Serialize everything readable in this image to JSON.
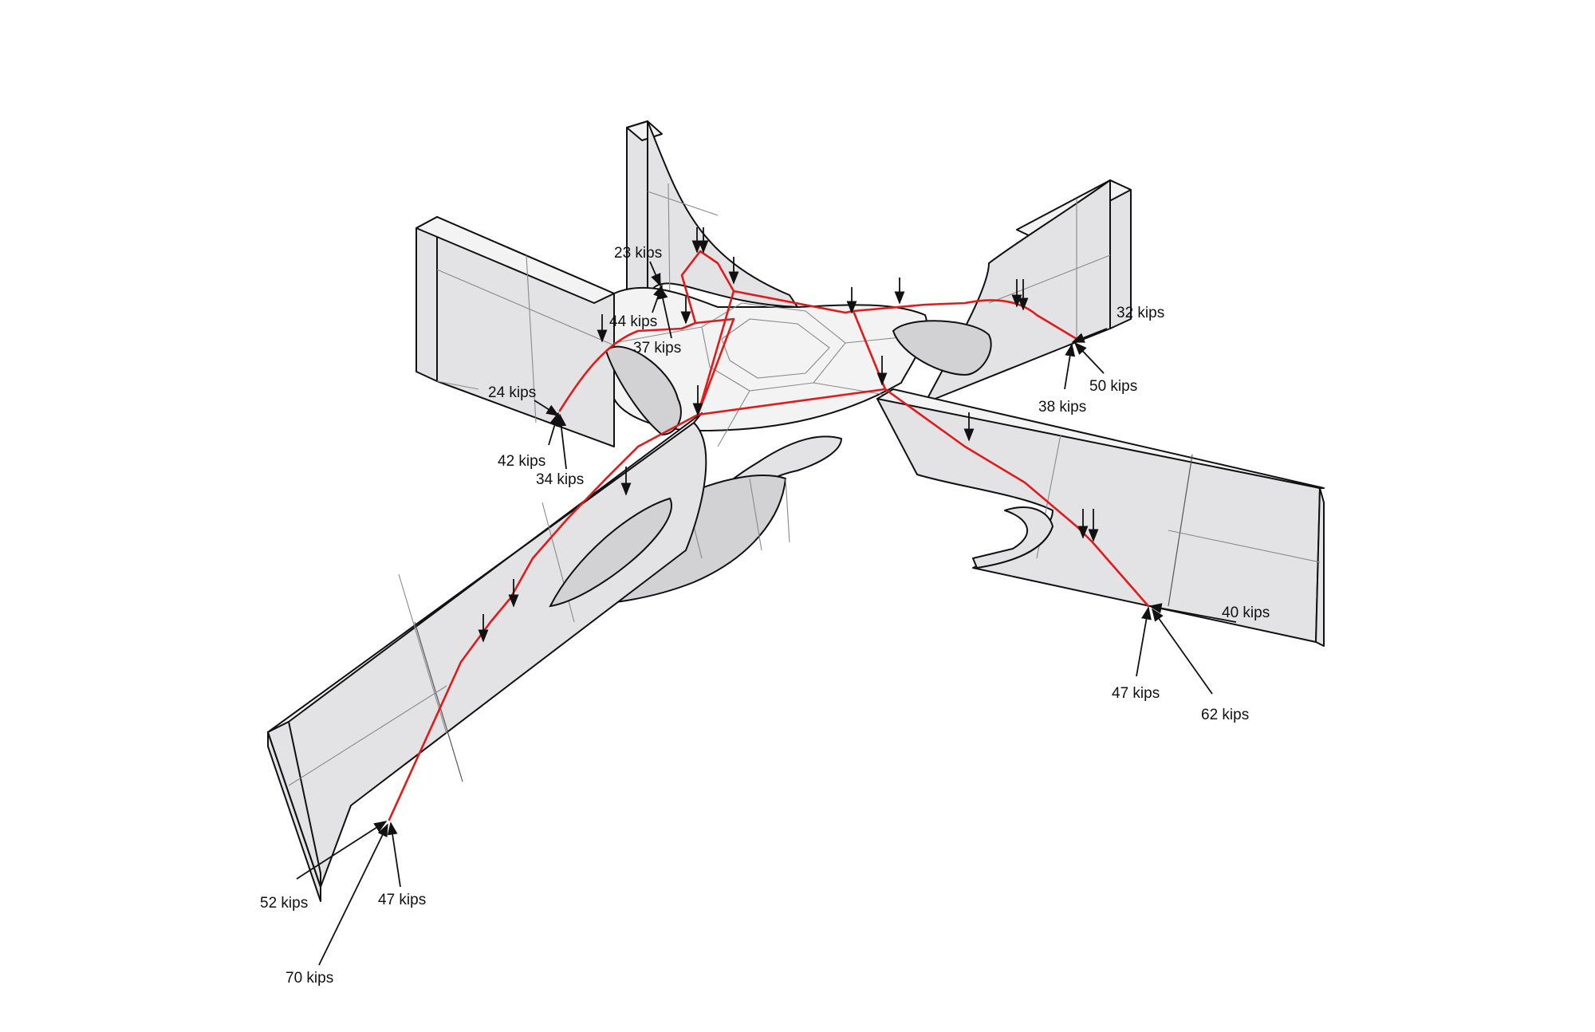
{
  "diagram": {
    "thrust_line_color": "#e01b1b",
    "geometry_color": "#111111",
    "loads": [
      {
        "id": "load-23",
        "label": "23 kips"
      },
      {
        "id": "load-44",
        "label": "44 kips"
      },
      {
        "id": "load-37",
        "label": "37 kips"
      },
      {
        "id": "load-24",
        "label": "24 kips"
      },
      {
        "id": "load-42",
        "label": "42 kips"
      },
      {
        "id": "load-34",
        "label": "34 kips"
      },
      {
        "id": "load-32",
        "label": "32 kips"
      },
      {
        "id": "load-50",
        "label": "50 kips"
      },
      {
        "id": "load-38",
        "label": "38 kips"
      },
      {
        "id": "load-40",
        "label": "40 kips"
      },
      {
        "id": "load-47-right",
        "label": "47 kips"
      },
      {
        "id": "load-62",
        "label": "62 kips"
      },
      {
        "id": "load-52",
        "label": "52 kips"
      },
      {
        "id": "load-47-left",
        "label": "47 kips"
      },
      {
        "id": "load-70",
        "label": "70 kips"
      }
    ]
  }
}
